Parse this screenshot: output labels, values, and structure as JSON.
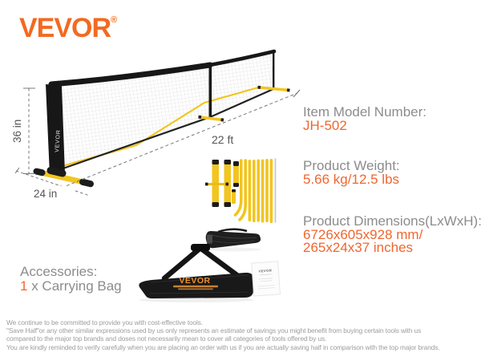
{
  "brand": {
    "name": "VEVOR",
    "registered": "®"
  },
  "colors": {
    "brand_orange": "#F26A21",
    "value_orange": "#F1662F",
    "label_gray": "#8C8C8C",
    "dimension_gray": "#555555",
    "footer_gray": "#9C9C9C",
    "net_yellow": "#F2C51F",
    "frame_black": "#1A1A1A"
  },
  "diagram": {
    "height_label": "36 in",
    "length_label": "22 ft",
    "base_label": "24 in",
    "net_brand": "VEVOR"
  },
  "specs": {
    "model": {
      "label": "Item Model Number:",
      "value": "JH-502"
    },
    "weight": {
      "label": "Product Weight:",
      "value": "5.66 kg/12.5 lbs"
    },
    "dimensions": {
      "label": "Product Dimensions(LxWxH):",
      "value_metric": "6726x605x928 mm/",
      "value_imperial": "265x24x37 inches"
    }
  },
  "accessories": {
    "label": "Accessories:",
    "quantity": "1",
    "item": " x Carrying Bag"
  },
  "bag": {
    "brand": "VEVOR"
  },
  "manual": {
    "brand": "VEVOR"
  },
  "disclaimer": {
    "lines": [
      "We continue to be committed to provide you with cost-effective tools.",
      "\"Save Half\"or any other similar expressions used by us only represents an estimate of savings you might benefit from buying certain tools with us",
      "compared to the major top brands and doses not necessarily mean to cover all categories of tools offered by us.",
      "You are kindly reminded to verify carefully when you are placing an order with us if you are actually saving half in comparison with the top major brands."
    ]
  }
}
